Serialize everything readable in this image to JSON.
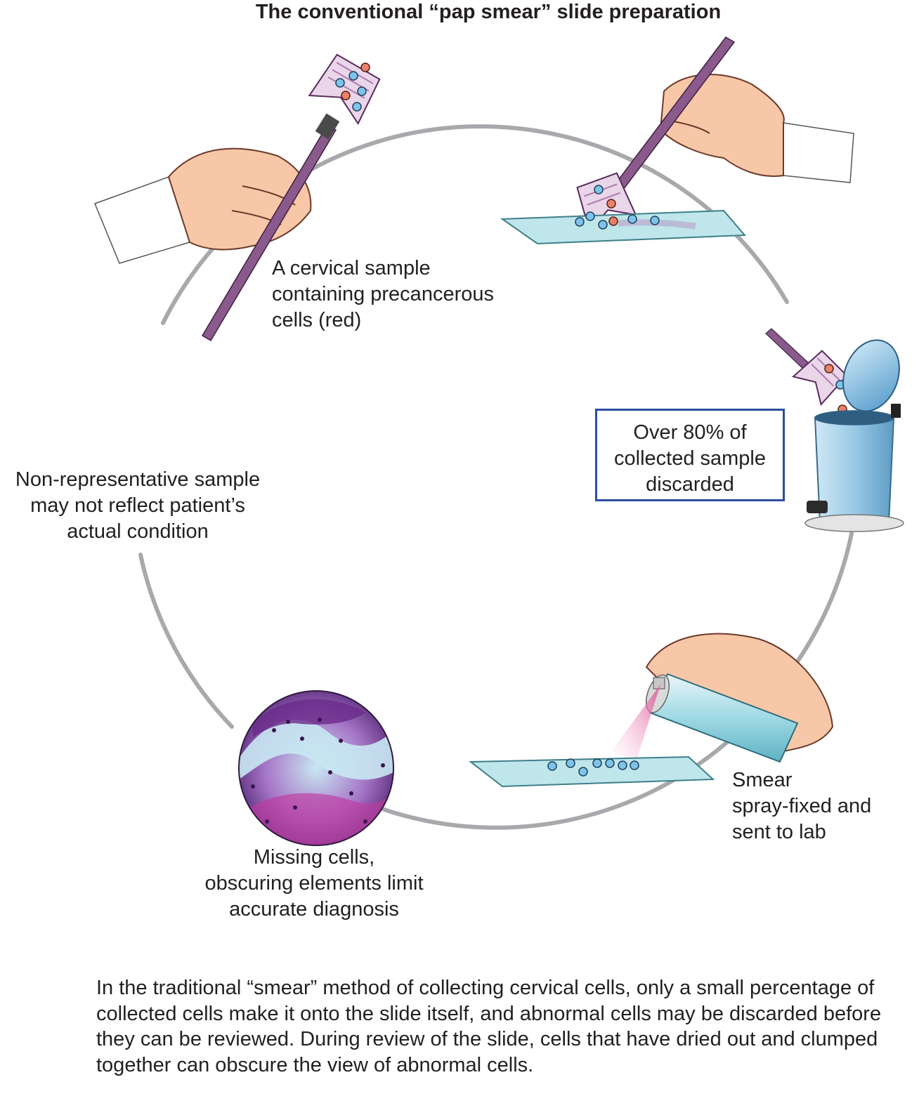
{
  "title": "The conventional “pap smear” slide preparation",
  "labels": {
    "sample": [
      "A cervical sample",
      "containing precancerous",
      "cells (red)"
    ],
    "discarded": [
      "Over 80% of",
      "collected sample",
      "discarded"
    ],
    "nonrep": [
      "Non-representative sample",
      "may not reflect patient’s",
      "actual condition"
    ],
    "spray": [
      "Smear",
      "spray-fixed and",
      "sent to lab"
    ],
    "missing": [
      "Missing cells,",
      "obscuring elements limit",
      "accurate diagnosis"
    ]
  },
  "caption": "In the traditional “smear” method of collecting cervical cells, only a small percentage of collected cells make it onto the slide itself, and abnormal cells may be discarded before they can be reviewed. During review of the slide, cells that have dried out and clumped together can obscure the view of abnormal cells.",
  "colors": {
    "cycle_ring": "#a7a9ac",
    "callout_border": "#2a4fa0",
    "normal_cell": "#7ec3e8",
    "precancerous_cell": "#e8826a",
    "skin": "#f7c7a8",
    "brush": "#8a5a8c",
    "slide": "#bfe6ea",
    "can": "#9fcde8",
    "stain_purple": "#7b3a8e",
    "stain_magenta": "#c03aa0"
  }
}
